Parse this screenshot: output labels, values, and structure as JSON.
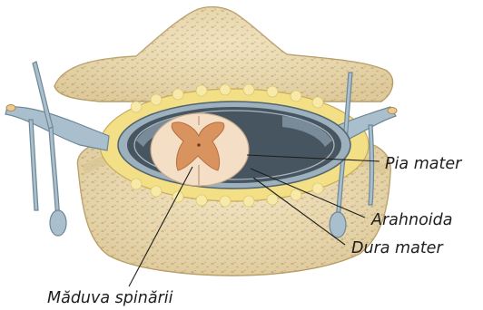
{
  "labels": {
    "pia_mater": "Pia mater",
    "arahnoida": "Arahnoida",
    "dura_mater": "Dura mater",
    "maduva_spinarii": "Măduva spinării"
  },
  "colors": {
    "bone": "#eedfb8",
    "bone_dark": "#d8c28e",
    "bone_pores": "#c7aa70",
    "fat": "#f2df86",
    "dura": "#9db0bd",
    "csf_space": "#46555f",
    "cord": "#f4dfc6",
    "grey_matter": "#d8935e",
    "nerve": "#a9bfcd",
    "leader_line": "#1e1e1e"
  }
}
